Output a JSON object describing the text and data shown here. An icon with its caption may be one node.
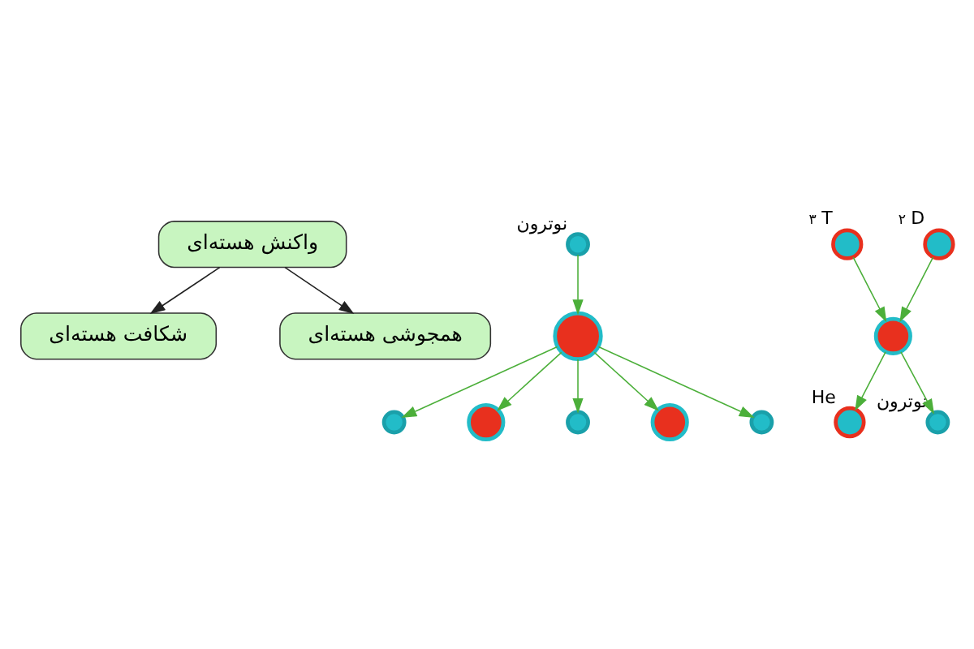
{
  "diagram": {
    "nodes": [
      {
        "text": [
          "واکنش هسته‌ای"
        ]
      },
      {
        "text": [
          "شکافت هسته‌ای"
        ]
      },
      {
        "text": [
          "همجوشی هسته‌ای"
        ]
      },
      {
        "text": [],
        "shape": "circle",
        "beside": [
          "نوترون"
        ]
      },
      {
        "text": [],
        "shape": "circle"
      },
      {
        "text": [],
        "shape": "circle"
      },
      {
        "text": [],
        "shape": "circle"
      },
      {
        "text": [],
        "shape": "circle"
      },
      {
        "text": [],
        "shape": "circle"
      },
      {
        "text": [],
        "shape": "circle"
      },
      {
        "text": [],
        "shape": "circle",
        "beside": [
          "$^{۳}$T"
        ]
      },
      {
        "text": [],
        "shape": "circle",
        "beside": [
          "$^{۲}$D"
        ]
      },
      {
        "text": [],
        "shape": "circle"
      },
      {
        "text": [],
        "shape": "circle",
        "beside": [
          "He"
        ]
      },
      {
        "text": [],
        "shape": "circle",
        "beside": [
          "نوترون"
        ]
      }
    ],
    "edges": [
      {
        "from": 0,
        "to": 1,
        "arrow": "to",
        "color": "#222222"
      },
      {
        "from": 0,
        "to": 2,
        "arrow": "to",
        "color": "#222222"
      },
      {
        "from": 3,
        "to": 4,
        "arrow": "to"
      },
      {
        "from": 4,
        "to": 5,
        "arrow": "to"
      },
      {
        "from": 4,
        "to": 6,
        "arrow": "to"
      },
      {
        "from": 4,
        "to": 7,
        "arrow": "to"
      },
      {
        "from": 4,
        "to": 8,
        "arrow": "to"
      },
      {
        "from": 4,
        "to": 9,
        "arrow": "to"
      },
      {
        "from": 10,
        "to": 12,
        "arrow": "to"
      },
      {
        "from": 11,
        "to": 12,
        "arrow": "to"
      },
      {
        "from": 12,
        "to": 13,
        "arrow": "to"
      },
      {
        "from": 12,
        "to": 14,
        "arrow": "to"
      }
    ]
  }
}
